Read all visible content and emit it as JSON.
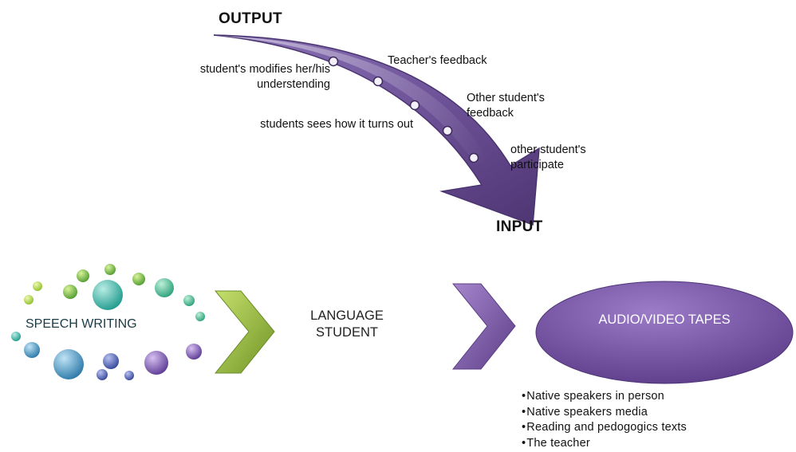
{
  "top": {
    "output_label": "OUTPUT",
    "input_label": "INPUT",
    "notes_left": {
      "modifies": "student's modifies her/his understending",
      "sees": "students sees how it turns out"
    },
    "notes_right": {
      "teacher": "Teacher's feedback",
      "other_feedback": "Other student's feedback",
      "other_participate": "other student's participate"
    }
  },
  "bottom": {
    "speech_writing": "SPEECH WRITING",
    "language_student": "LANGUAGE STUDENT",
    "audio_video": "AUDIO/VIDEO TAPES",
    "sources": [
      "Native speakers in person",
      "Native speakers media",
      "Reading and pedogogics texts",
      "The teacher"
    ]
  },
  "colors": {
    "arrow_purple": "#6b4f93",
    "arrow_light": "#a38ec2",
    "chevron_green": "#8aae3a",
    "chevron_purple": "#7e5fa8",
    "ellipse_purple": "#7a58a8"
  }
}
